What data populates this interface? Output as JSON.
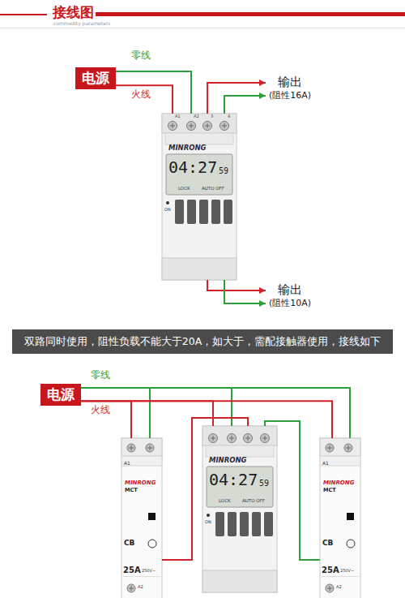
{
  "diagram": {
    "nodes": [
      {
        "text": [
          "电源"
        ]
      },
      {
        "text": [
          "MINRONG"
        ]
      },
      {
        "text": [
          "输出",
          "(阻性16A)"
        ]
      },
      {
        "text": [
          "输出",
          "(阻性10A)"
        ]
      },
      {
        "text": [
          "双路同时使用，阻性负载不能大于20A，如大于，需配接触器使用，接线如下"
        ]
      },
      {
        "text": [
          "电源"
        ]
      },
      {
        "text": [
          "MINRONG",
          "MCT"
        ]
      },
      {
        "text": [
          "MINRONG"
        ]
      },
      {
        "text": [
          "MINRONG",
          "MCT"
        ]
      }
    ],
    "edges": [
      {
        "from": 0,
        "to": 1,
        "arrow": "none"
      },
      {
        "from": 0,
        "to": 1,
        "arrow": "none"
      },
      {
        "from": 1,
        "to": 2,
        "arrow": "to"
      },
      {
        "from": 1,
        "to": 2,
        "arrow": "to"
      },
      {
        "from": 1,
        "to": 3,
        "arrow": "to"
      },
      {
        "from": 1,
        "to": 3,
        "arrow": "to"
      },
      {
        "from": 5,
        "to": 6,
        "arrow": "none"
      },
      {
        "from": 5,
        "to": 7,
        "arrow": "none"
      },
      {
        "from": 5,
        "to": 8,
        "arrow": "none"
      },
      {
        "from": 5,
        "to": 6,
        "arrow": "none"
      },
      {
        "from": 5,
        "to": 7,
        "arrow": "none"
      },
      {
        "from": 5,
        "to": 8,
        "arrow": "none"
      },
      {
        "from": 7,
        "to": 6,
        "arrow": "none"
      },
      {
        "from": 7,
        "to": 8,
        "arrow": "none"
      }
    ],
    "labels": [
      "接线图",
      "commodity parameters",
      "零线",
      "火线",
      "A1",
      "A2",
      "3",
      "4",
      "04:27",
      "59",
      "LOCK",
      "AUTO OFF",
      "ON",
      "零线",
      "火线",
      "04:27",
      "59",
      "LOCK",
      "AUTO OFF",
      "A1",
      "CB",
      "25A",
      "250V~",
      "A2",
      "A1",
      "CB",
      "25A",
      "250V~",
      "A2",
      "ON"
    ]
  }
}
